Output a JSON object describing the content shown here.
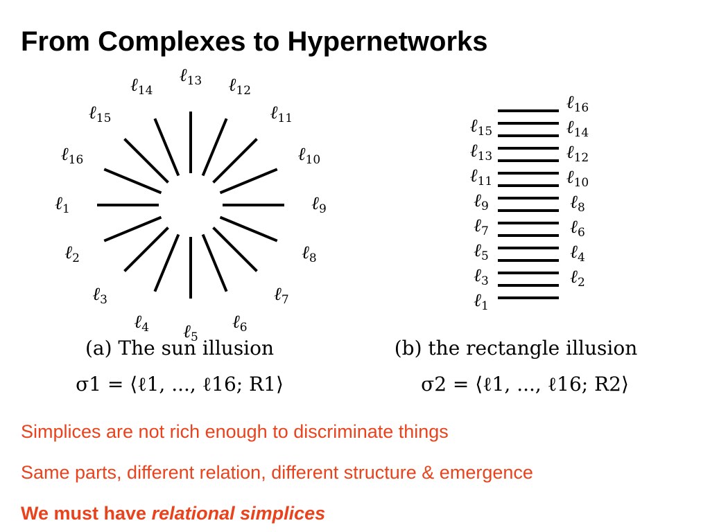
{
  "title": "From Complexes to Hypernetworks",
  "sun": {
    "caption": "(a) The sun illusion",
    "formula": "σ1 = ⟨ℓ1, ..., ℓ16; R1⟩",
    "labels": [
      "ℓ1",
      "ℓ2",
      "ℓ3",
      "ℓ4",
      "ℓ5",
      "ℓ6",
      "ℓ7",
      "ℓ8",
      "ℓ9",
      "ℓ10",
      "ℓ11",
      "ℓ12",
      "ℓ13",
      "ℓ14",
      "ℓ15",
      "ℓ16"
    ]
  },
  "rect": {
    "caption": "(b) the rectangle illusion",
    "formula": "σ2 = ⟨ℓ1, ..., ℓ16; R2⟩",
    "labels": [
      "ℓ1",
      "ℓ2",
      "ℓ3",
      "ℓ4",
      "ℓ5",
      "ℓ6",
      "ℓ7",
      "ℓ8",
      "ℓ9",
      "ℓ10",
      "ℓ11",
      "ℓ12",
      "ℓ13",
      "ℓ14",
      "ℓ15",
      "ℓ16"
    ]
  },
  "bullets": {
    "line1": "Simplices are not rich enough to discriminate things",
    "line2": "Same parts, different relation, different structure & emergence",
    "line3_prefix": "We must have ",
    "line3_emphasis": "relational simplices"
  },
  "colors": {
    "accent": "#e8431d",
    "ink": "#000000"
  }
}
